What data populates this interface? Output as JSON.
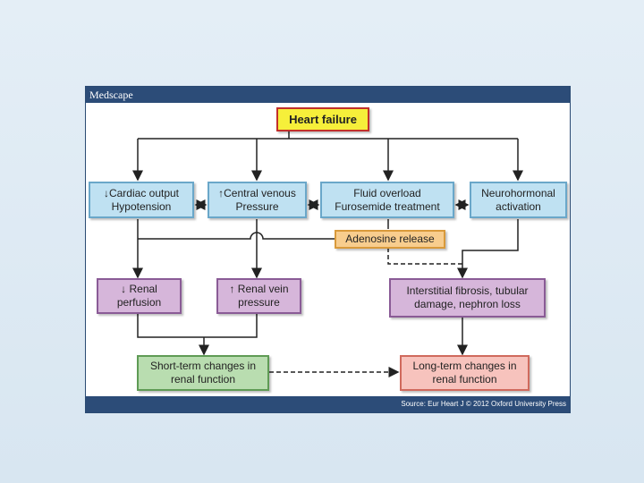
{
  "header": {
    "brand": "Medscape"
  },
  "footer": {
    "source": "Source: Eur Heart J © 2012 Oxford University Press"
  },
  "diagram": {
    "nodes": {
      "heart_failure": "Heart failure",
      "cardiac_output": "↓Cardiac output\nHypotension",
      "central_venous": "↑Central venous\nPressure",
      "fluid_overload": "Fluid overload\nFurosemide treatment",
      "neurohormonal": "Neurohormonal\nactivation",
      "adenosine": "Adenosine release",
      "renal_perfusion": "↓ Renal\nperfusion",
      "renal_vein": "↑ Renal vein\npressure",
      "interstitial": "Interstitial fibrosis, tubular\ndamage, nephron loss",
      "short_term": "Short-term changes in\nrenal function",
      "long_term": "Long-term changes in\nrenal function"
    },
    "colors": {
      "root": "#f6ef3a",
      "cause": "#bfe1f2",
      "renal": "#d6b6da",
      "short_term": "#b9ddb0",
      "long_term": "#f7c3bd",
      "adenosine": "#f8cd8e"
    }
  }
}
